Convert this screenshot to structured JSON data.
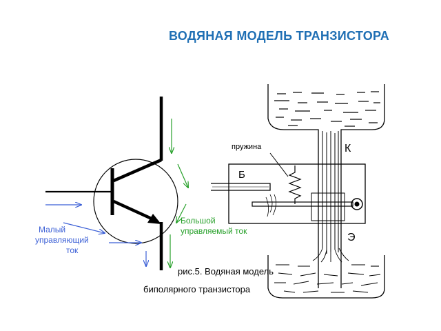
{
  "title": "ВОДЯНАЯ МОДЕЛЬ ТРАНЗИСТОРА",
  "labels": {
    "small_current_1": "Малый",
    "small_current_2": "управляющий",
    "small_current_3": "ток",
    "large_current_1": "Большой",
    "large_current_2": "управляемый ток",
    "spring": "пружина",
    "base": "Б",
    "collector": "К",
    "emitter": "Э",
    "caption_1": "рис.5. Водяная модель",
    "caption_2": "биполярного транзистора"
  },
  "colors": {
    "title": "#1f6fb4",
    "small_current": "#3b5fd6",
    "large_current": "#27a02a",
    "drawing": "#000000"
  }
}
